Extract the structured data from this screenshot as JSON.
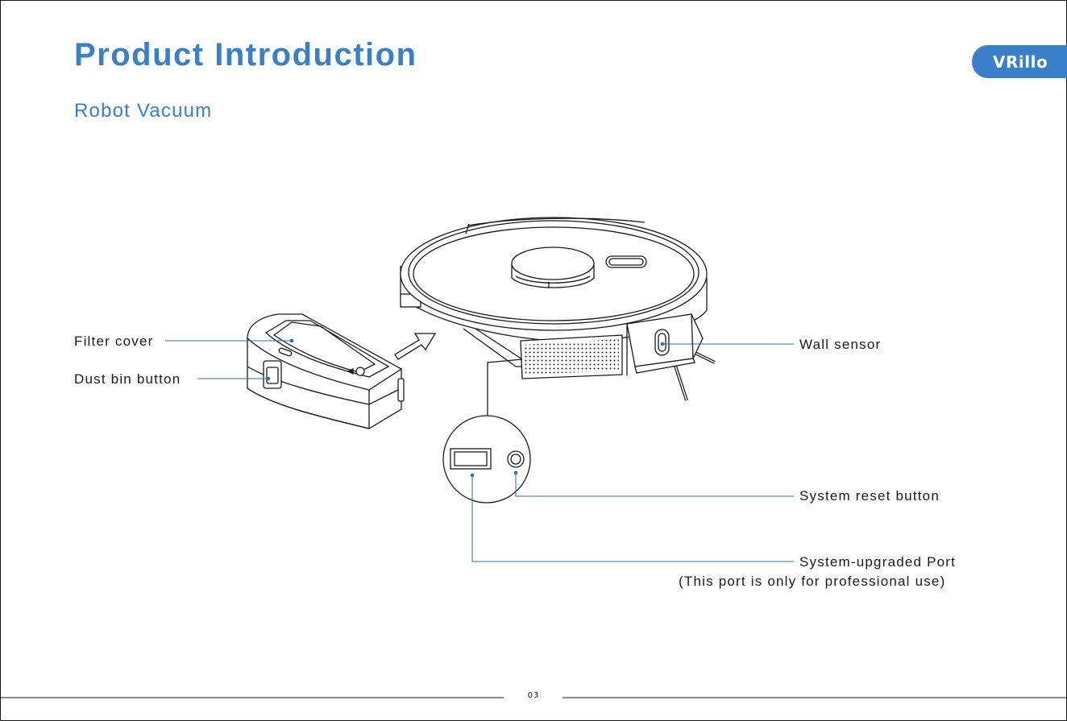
{
  "page": {
    "title": "Product Introduction",
    "subtitle": "Robot Vacuum",
    "brand": "VRillo",
    "page_number": "03"
  },
  "labels": {
    "filter_cover": "Filter cover",
    "dust_bin_button": "Dust bin button",
    "wall_sensor": "Wall sensor",
    "system_reset_button": "System reset button",
    "system_upgraded_port": "System-upgraded Port",
    "port_note": "(This port is only for professional use)"
  },
  "colors": {
    "accent": "#3a7fc9",
    "leader_line": "#2f6fb5",
    "ink": "#1a1a1a"
  }
}
